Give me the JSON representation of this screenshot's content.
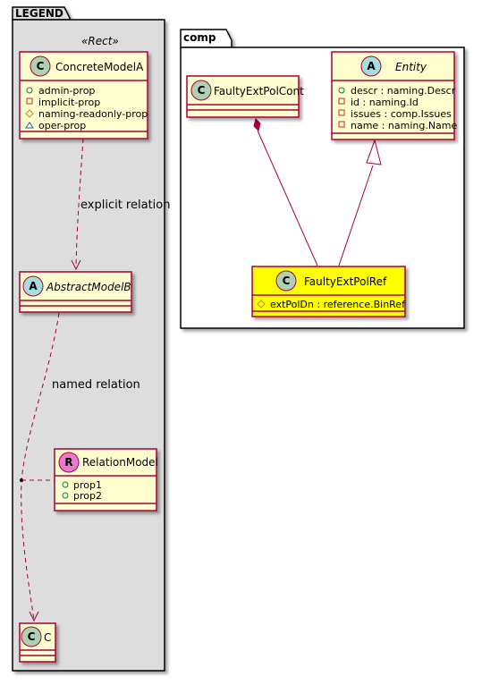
{
  "colors": {
    "class_fill": "#FEFECE",
    "class_border": "#A80036",
    "highlight_fill": "#FFFF00",
    "legend_fill": "#DDDDDD",
    "class_circle": "#ADD1B2",
    "abstract_circle": "#A9DCDF",
    "relation_circle": "#EB79CF",
    "edge": "#A80036"
  },
  "packages": {
    "legend": {
      "title": "LEGEND",
      "stereotype": "«Rect»"
    },
    "comp": {
      "title": "comp"
    }
  },
  "classes": {
    "concrete_model_a": {
      "kind": "C",
      "name": "ConcreteModelA",
      "members": [
        {
          "icon": "circle",
          "text": "admin-prop"
        },
        {
          "icon": "square",
          "text": "implicit-prop"
        },
        {
          "icon": "diamond",
          "text": "naming-readonly-prop"
        },
        {
          "icon": "triangle",
          "text": "oper-prop"
        }
      ]
    },
    "abstract_model_b": {
      "kind": "A",
      "name": "AbstractModelB",
      "members": []
    },
    "relation_model": {
      "kind": "R",
      "name": "RelationModel",
      "members": [
        {
          "icon": "circle",
          "text": "prop1"
        },
        {
          "icon": "circle",
          "text": "prop2"
        }
      ]
    },
    "c": {
      "kind": "C",
      "name": "C",
      "members": []
    },
    "faulty_ext_pol_cont": {
      "kind": "C",
      "name": "FaultyExtPolCont",
      "members": []
    },
    "entity": {
      "kind": "A",
      "name": "Entity",
      "members": [
        {
          "icon": "circle",
          "text": "descr : naming.Descr"
        },
        {
          "icon": "square",
          "text": "id : naming.Id"
        },
        {
          "icon": "square",
          "text": "issues : comp.Issues"
        },
        {
          "icon": "square",
          "text": "name : naming.Name"
        }
      ]
    },
    "faulty_ext_pol_ref": {
      "kind": "C",
      "name": "FaultyExtPolRef",
      "members": [
        {
          "icon": "diamond",
          "text": "extPolDn : reference.BinRef"
        }
      ]
    }
  },
  "relations": {
    "explicit": "explicit relation",
    "named": "named relation"
  }
}
